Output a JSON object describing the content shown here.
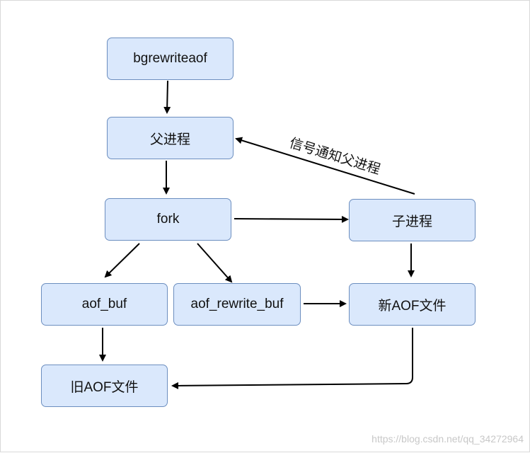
{
  "nodes": {
    "bgrewriteaof": "bgrewriteaof",
    "parent_process": "父进程",
    "fork": "fork",
    "child_process": "子进程",
    "aof_buf": "aof_buf",
    "aof_rewrite_buf": "aof_rewrite_buf",
    "new_aof_file": "新AOF文件",
    "old_aof_file": "旧AOF文件"
  },
  "edge_labels": {
    "signal_parent": "信号通知父进程"
  },
  "watermark": "https://blog.csdn.net/qq_34272964",
  "colors": {
    "node_fill": "#dae8fc",
    "node_stroke": "#6c8ebf",
    "edge": "#000000"
  }
}
